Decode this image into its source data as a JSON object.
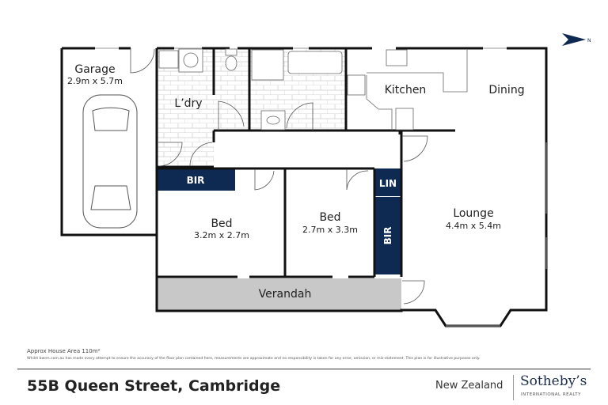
{
  "plan": {
    "rooms": {
      "garage": {
        "name": "Garage",
        "size": "2.9m x 5.7m"
      },
      "laundry": {
        "name": "L’dry"
      },
      "kitchen": {
        "name": "Kitchen"
      },
      "dining": {
        "name": "Dining"
      },
      "bir1": {
        "name": "BIR"
      },
      "bed1": {
        "name": "Bed",
        "size": "3.2m x 2.7m"
      },
      "bed2": {
        "name": "Bed",
        "size": "2.7m x 3.3m"
      },
      "lin": {
        "name": "LIN"
      },
      "bir2": {
        "name": "BIR"
      },
      "lounge": {
        "name": "Lounge",
        "size": "4.4m x 5.4m"
      },
      "verandah": {
        "name": "Verandah"
      }
    },
    "compass": "N",
    "colors": {
      "storage": "#0f2a52",
      "verandah": "#c8c8c8",
      "walls": "#111111"
    }
  },
  "footer": {
    "area": "Approx House Area 110m²",
    "disclaimer": "Whilst bwrm.com.au has made every attempt to ensure the accuracy of the floor plan contained here, measurements are approximate and no responsibility is taken for any error, omission, or mis-statement. This plan is for illustrative purposes only.",
    "address": "55B Queen Street, Cambridge",
    "region": "New Zealand",
    "brand": "Sotheby’s",
    "brand_sub": "INTERNATIONAL REALTY"
  }
}
